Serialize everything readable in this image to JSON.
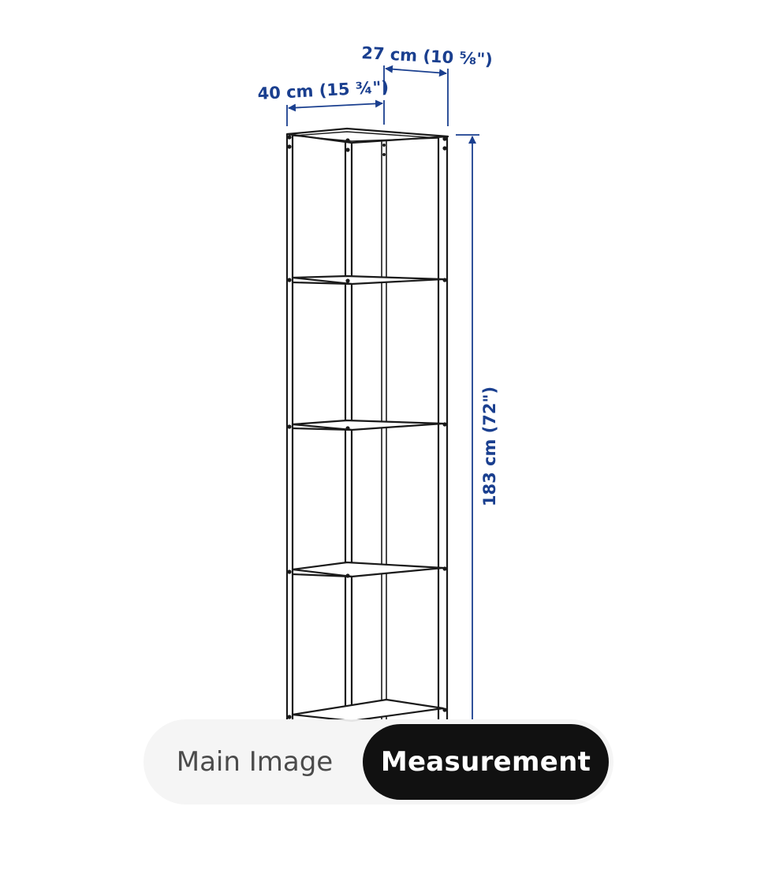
{
  "dimensions": {
    "width_label": "40 cm (15 ¾\")",
    "depth_label": "27 cm (10 ⅝\")",
    "height_label": "183 cm (72\")"
  },
  "colors": {
    "dimension_blue": "#1a3f8f",
    "line_dark": "#1a1a1a",
    "active_tab_bg": "#111111"
  },
  "tabs": [
    {
      "label": "Main Image",
      "selected": false
    },
    {
      "label": "Measurement",
      "selected": true
    }
  ]
}
